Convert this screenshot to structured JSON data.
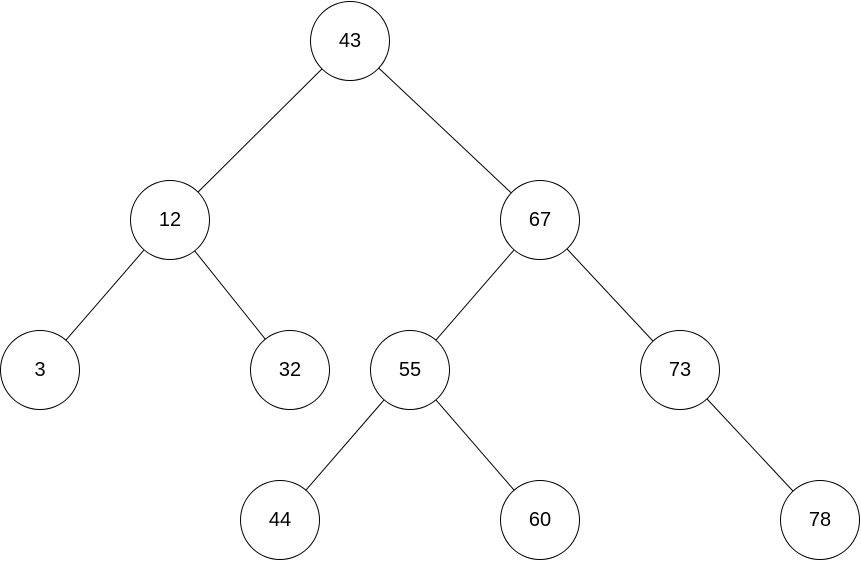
{
  "diagram": {
    "type": "binary-search-tree",
    "nodes": [
      {
        "id": "n43",
        "label": "43"
      },
      {
        "id": "n12",
        "label": "12"
      },
      {
        "id": "n67",
        "label": "67"
      },
      {
        "id": "n3",
        "label": "3"
      },
      {
        "id": "n32",
        "label": "32"
      },
      {
        "id": "n55",
        "label": "55"
      },
      {
        "id": "n73",
        "label": "73"
      },
      {
        "id": "n44",
        "label": "44"
      },
      {
        "id": "n60",
        "label": "60"
      },
      {
        "id": "n78",
        "label": "78"
      }
    ],
    "edges": [
      {
        "from": "n43",
        "to": "n12"
      },
      {
        "from": "n43",
        "to": "n67"
      },
      {
        "from": "n12",
        "to": "n3"
      },
      {
        "from": "n12",
        "to": "n32"
      },
      {
        "from": "n67",
        "to": "n55"
      },
      {
        "from": "n67",
        "to": "n73"
      },
      {
        "from": "n55",
        "to": "n44"
      },
      {
        "from": "n55",
        "to": "n60"
      },
      {
        "from": "n73",
        "to": "n78"
      }
    ]
  }
}
